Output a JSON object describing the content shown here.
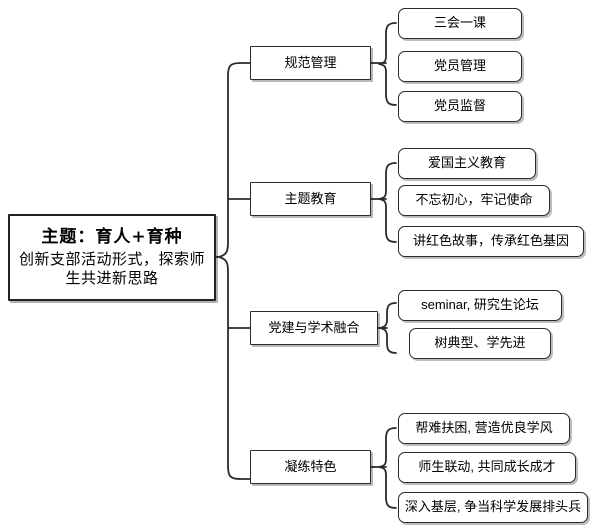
{
  "diagram": {
    "type": "bracket-mind-map",
    "title_text": "主题：育人+育种",
    "root": {
      "line1": "主题：育人+育种",
      "line2": "创新支部活动形式，探索师生共进新思路"
    },
    "branches": [
      {
        "label": "规范管理",
        "leaves": [
          "三会一课",
          "党员管理",
          "党员监督"
        ]
      },
      {
        "label": "主题教育",
        "leaves": [
          "爱国主义教育",
          "不忘初心，牢记使命",
          "讲红色故事，传承红色基因"
        ]
      },
      {
        "label": "党建与学术融合",
        "leaves": [
          "seminar, 研究生论坛",
          "树典型、学先进"
        ]
      },
      {
        "label": "凝练特色",
        "leaves": [
          "帮难扶困, 营造优良学风",
          "师生联动, 共同成长成才",
          "深入基层, 争当科学发展排头兵"
        ]
      }
    ],
    "colors": {
      "background": "#ffffff",
      "stroke": "#2b2b2b",
      "text": "#000000",
      "shadow": "rgba(0,0,0,0.28)"
    }
  }
}
